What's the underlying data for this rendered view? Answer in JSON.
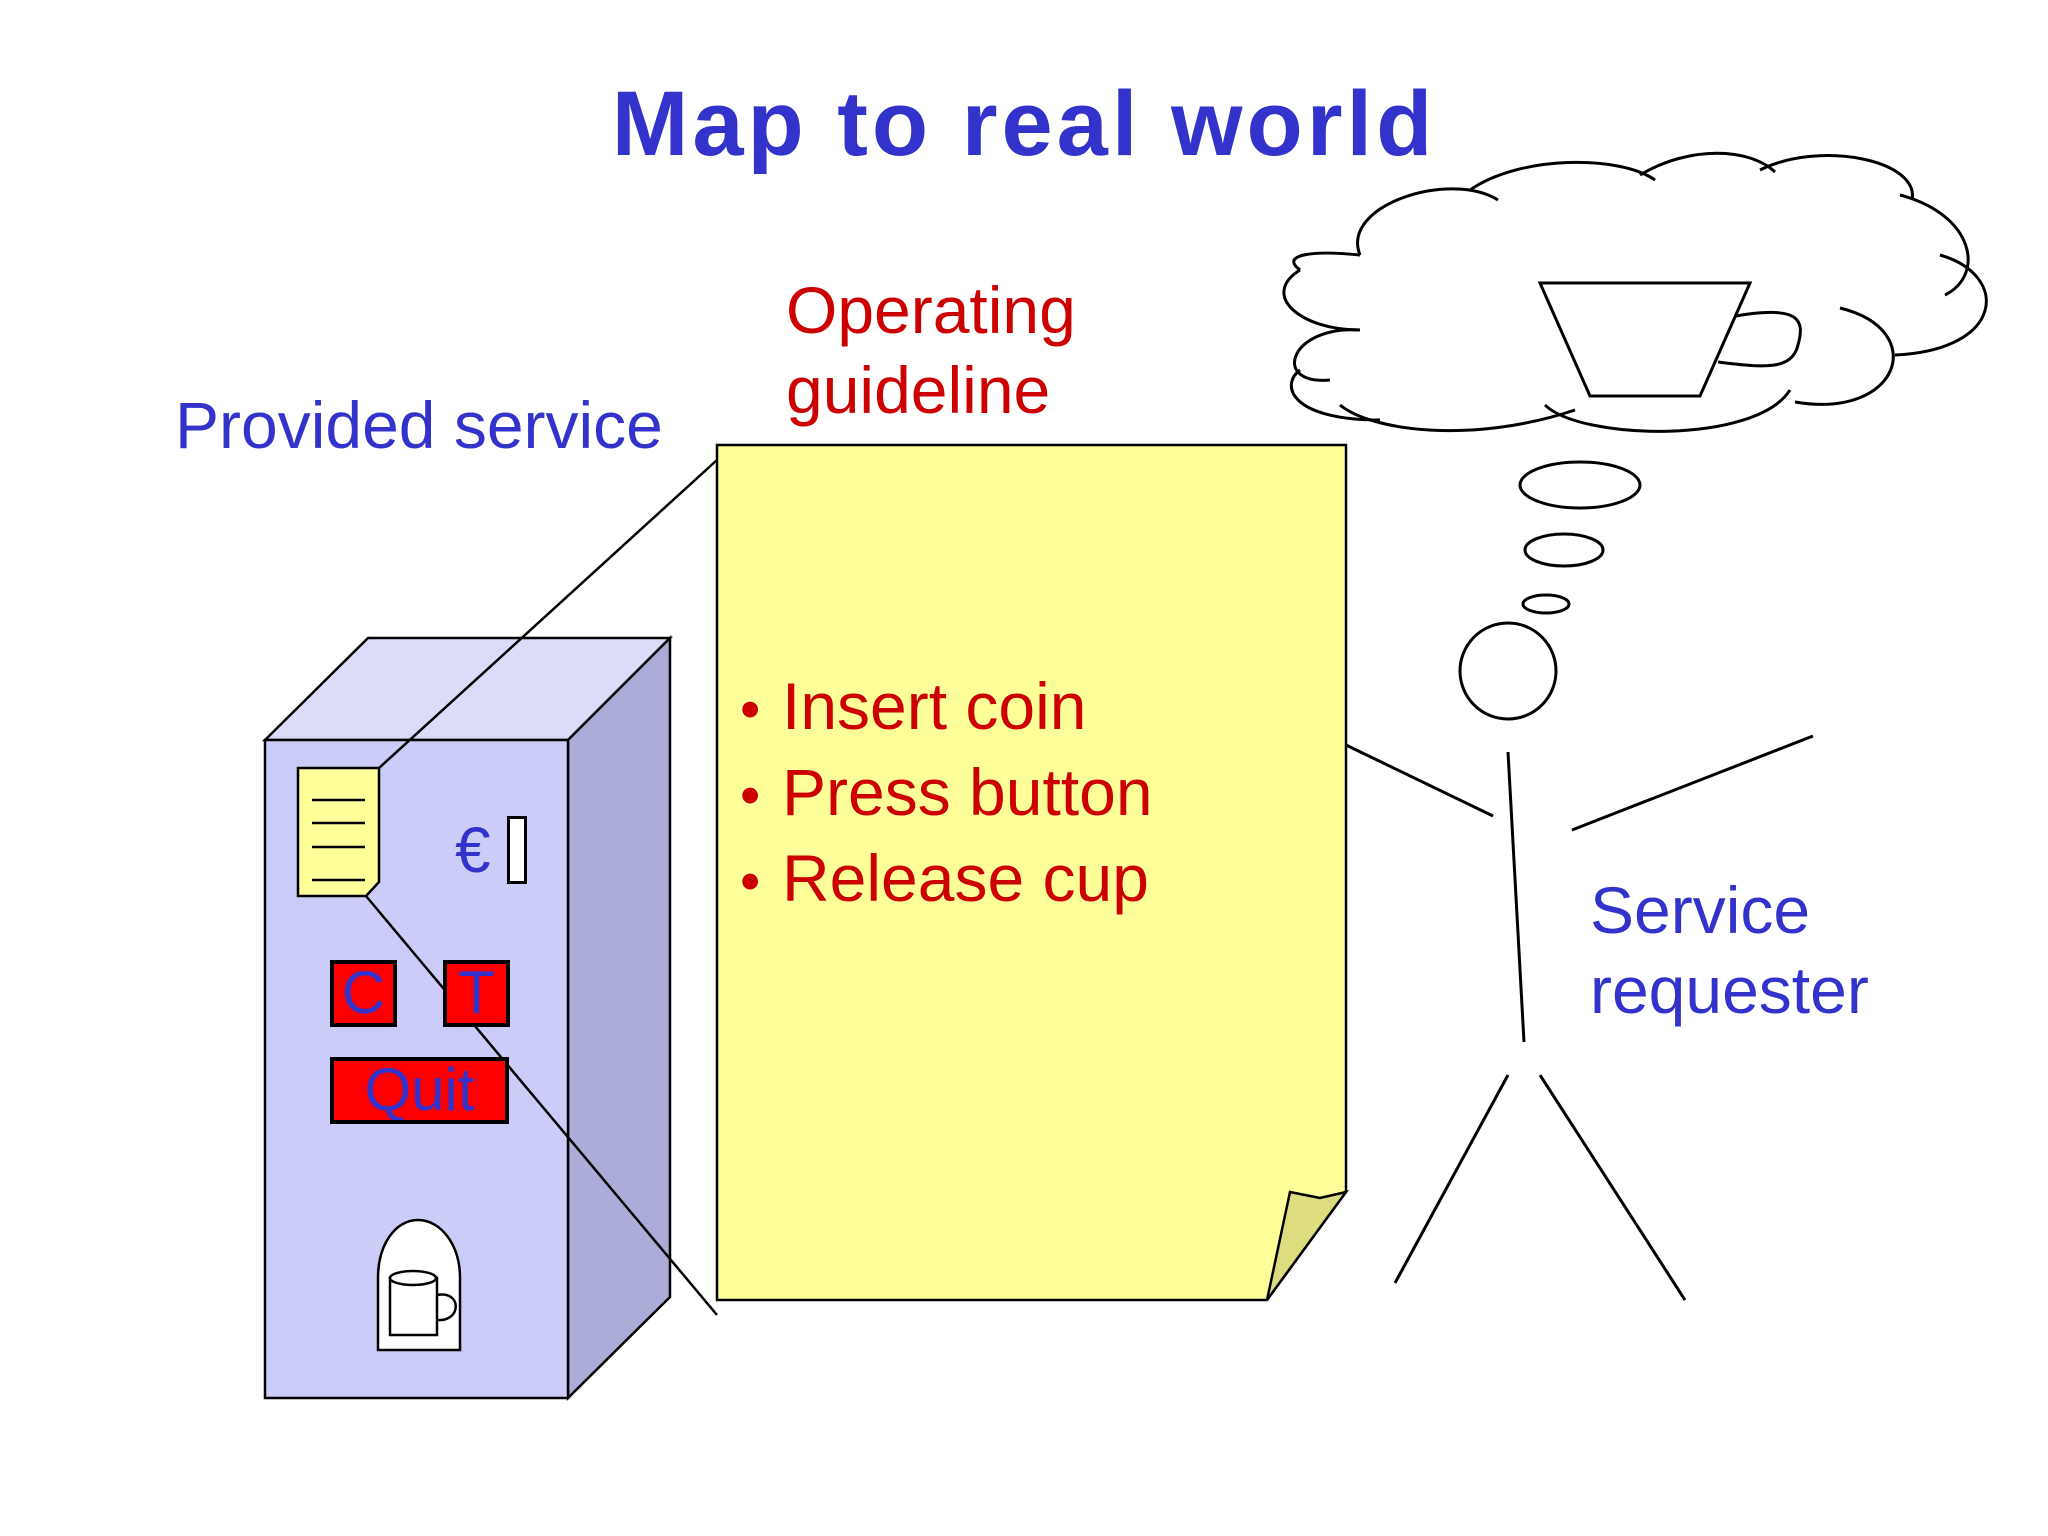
{
  "slide": {
    "title": "Map to real world",
    "labels": {
      "provided_service": "Provided service",
      "operating_guideline_line1": "Operating",
      "operating_guideline_line2": "guideline",
      "service_requester_line1": "Service",
      "service_requester_line2": "requester"
    },
    "guideline_steps": [
      "Insert coin",
      "Press button",
      "Release cup"
    ],
    "machine": {
      "button_c": "C",
      "button_t": "T",
      "button_quit": "Quit",
      "currency_symbol": "€"
    },
    "colors": {
      "title": "#3333cc",
      "blue_text": "#3333cc",
      "red_text": "#cc0000",
      "note_fill": "#ffff99",
      "machine_front": "#ccccf9",
      "machine_top": "#dcdcf9",
      "machine_side": "#acacd9",
      "button_fill": "#ff0000"
    },
    "icons": [
      "vending-machine-icon",
      "note-icon",
      "cup-icon",
      "stick-figure-icon",
      "thought-cloud-icon",
      "coffee-cup-icon"
    ]
  }
}
